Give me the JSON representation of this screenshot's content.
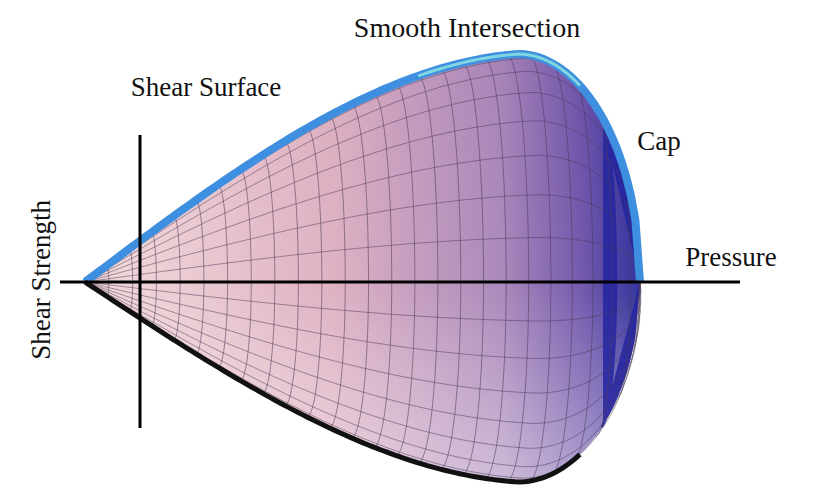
{
  "diagram": {
    "labels": [
      "Smooth Intersection",
      "Shear Surface",
      "Cap",
      "Pressure",
      "Shear Strength"
    ]
  }
}
